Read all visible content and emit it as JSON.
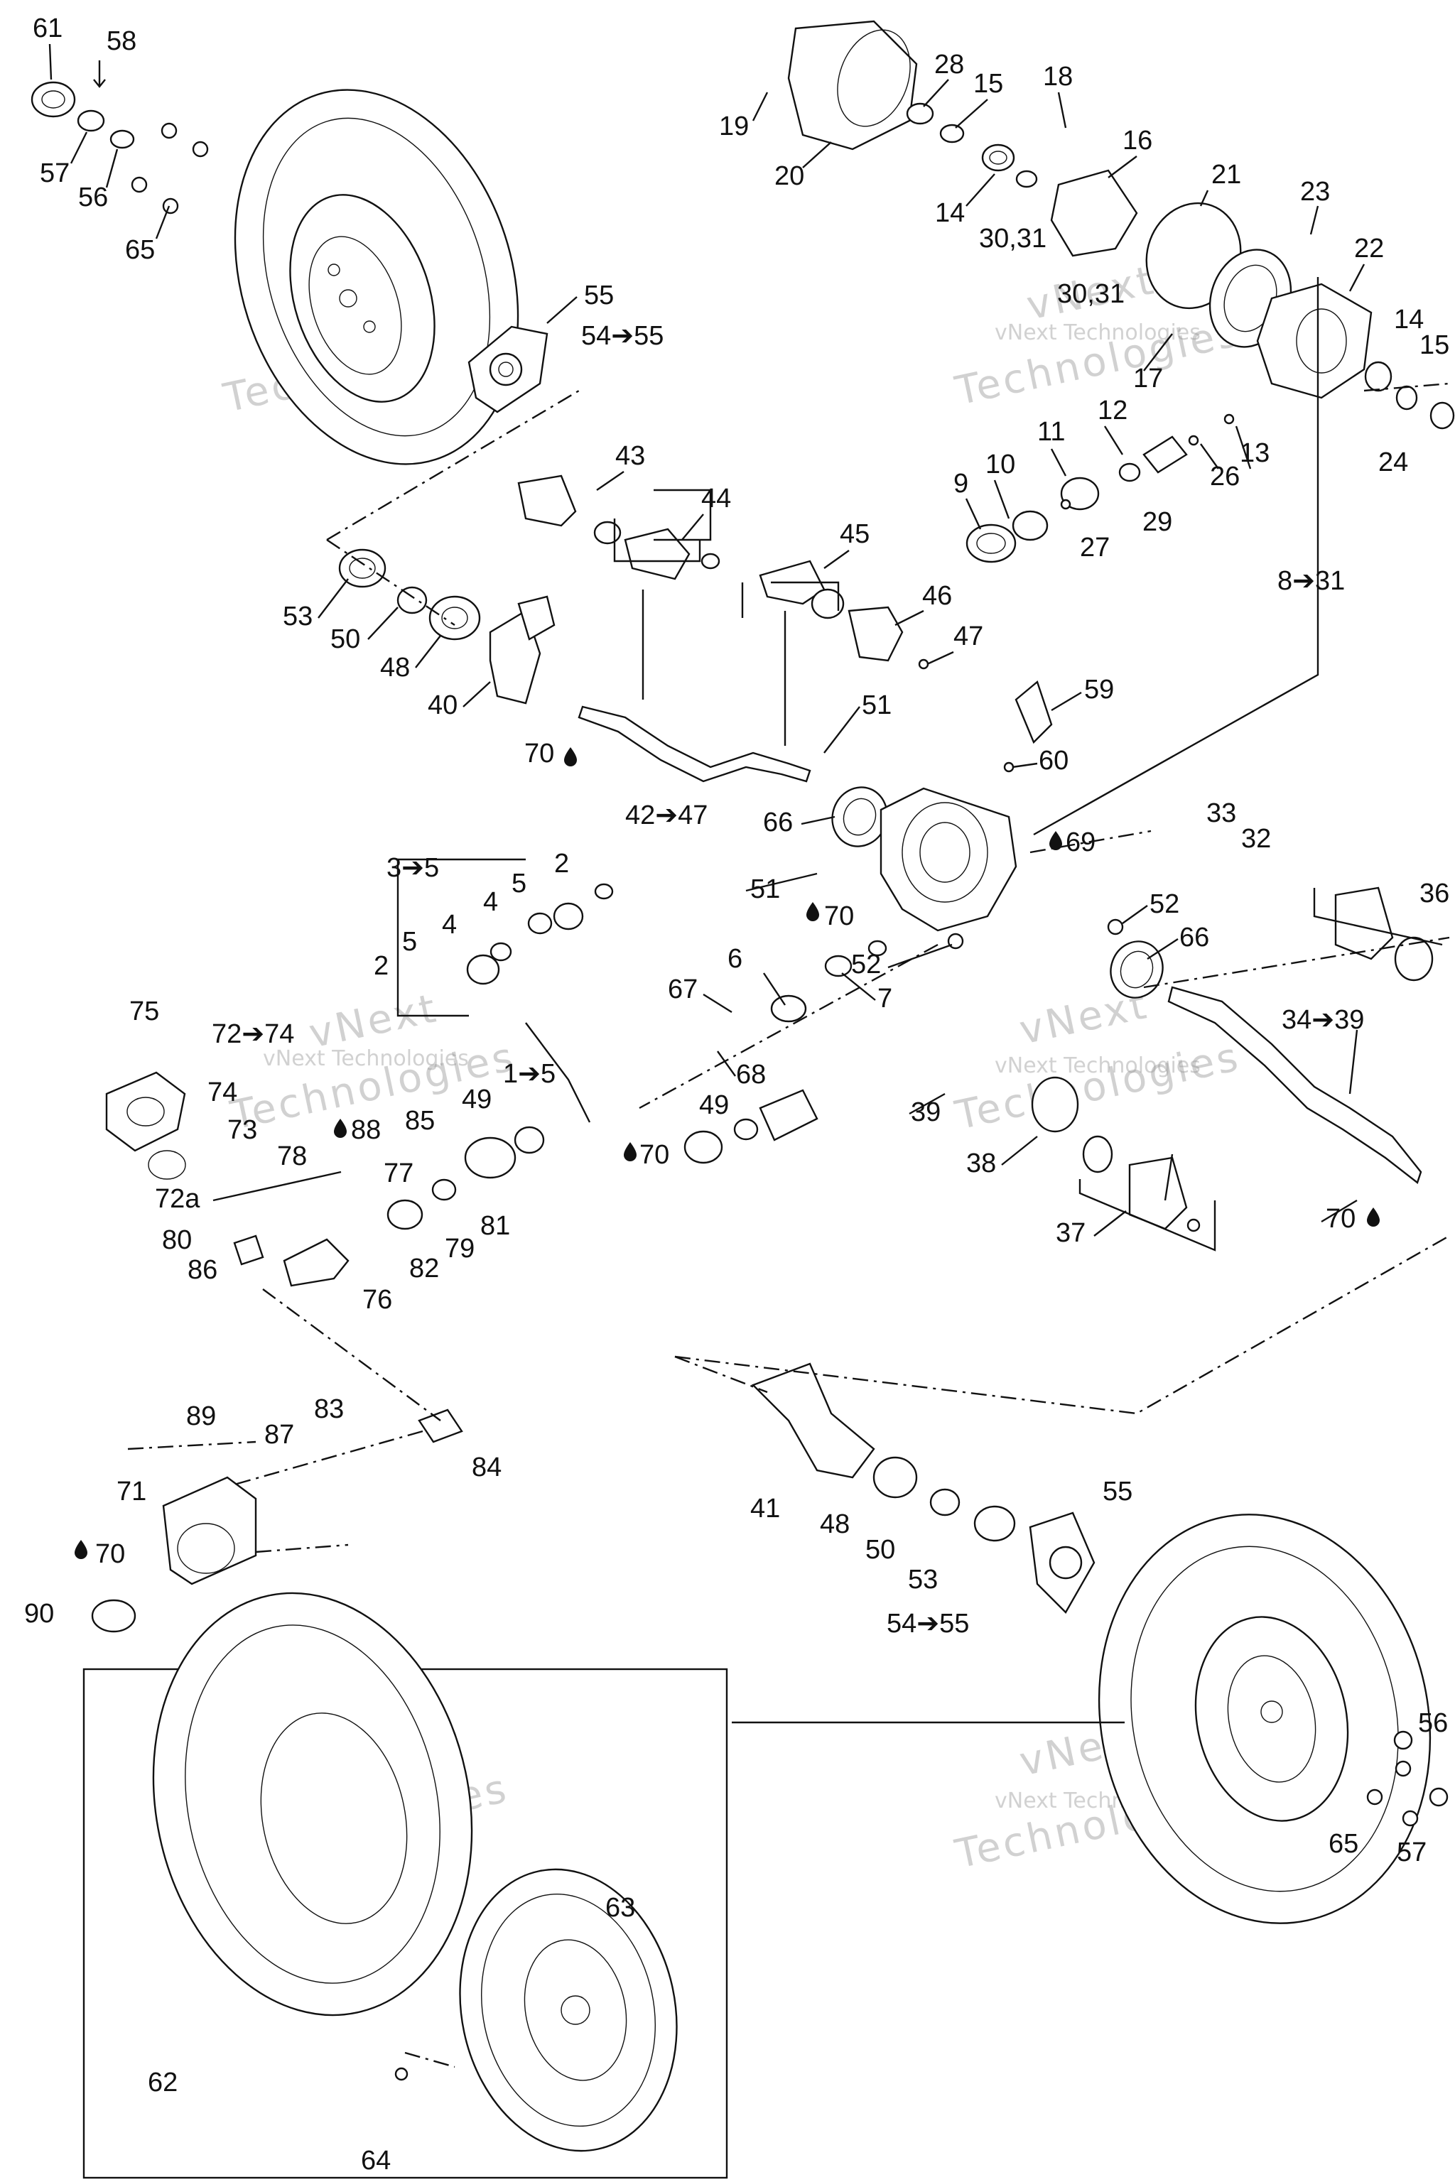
{
  "watermark": {
    "line1": "vNext",
    "line2": "vNext Technologies",
    "line3": "Technologies"
  },
  "callouts": [
    {
      "id": "61",
      "text": "61"
    },
    {
      "id": "58",
      "text": "58"
    },
    {
      "id": "57",
      "text": "57"
    },
    {
      "id": "56",
      "text": "56"
    },
    {
      "id": "65",
      "text": "65"
    },
    {
      "id": "55",
      "text": "55"
    },
    {
      "id": "54-55",
      "text": "54➔55"
    },
    {
      "id": "19",
      "text": "19"
    },
    {
      "id": "20",
      "text": "20"
    },
    {
      "id": "28",
      "text": "28"
    },
    {
      "id": "15",
      "text": "15"
    },
    {
      "id": "18",
      "text": "18"
    },
    {
      "id": "16",
      "text": "16"
    },
    {
      "id": "14",
      "text": "14"
    },
    {
      "id": "30-31a",
      "text": "30,31"
    },
    {
      "id": "21",
      "text": "21"
    },
    {
      "id": "23",
      "text": "23"
    },
    {
      "id": "22",
      "text": "22"
    },
    {
      "id": "30-31b",
      "text": "30,31"
    },
    {
      "id": "17",
      "text": "17"
    },
    {
      "id": "14b",
      "text": "14"
    },
    {
      "id": "15b",
      "text": "15"
    },
    {
      "id": "12",
      "text": "12"
    },
    {
      "id": "11",
      "text": "11"
    },
    {
      "id": "10",
      "text": "10"
    },
    {
      "id": "9",
      "text": "9"
    },
    {
      "id": "13",
      "text": "13"
    },
    {
      "id": "26",
      "text": "26"
    },
    {
      "id": "24",
      "text": "24"
    },
    {
      "id": "27",
      "text": "27"
    },
    {
      "id": "29",
      "text": "29"
    },
    {
      "id": "8-31",
      "text": "8➔31"
    },
    {
      "id": "43",
      "text": "43"
    },
    {
      "id": "44",
      "text": "44"
    },
    {
      "id": "45",
      "text": "45"
    },
    {
      "id": "46",
      "text": "46"
    },
    {
      "id": "47",
      "text": "47"
    },
    {
      "id": "53",
      "text": "53"
    },
    {
      "id": "50",
      "text": "50"
    },
    {
      "id": "48",
      "text": "48"
    },
    {
      "id": "40",
      "text": "40"
    },
    {
      "id": "70a",
      "text": "70"
    },
    {
      "id": "42-47",
      "text": "42➔47"
    },
    {
      "id": "51",
      "text": "51"
    },
    {
      "id": "59",
      "text": "59"
    },
    {
      "id": "60",
      "text": "60"
    },
    {
      "id": "66",
      "text": "66"
    },
    {
      "id": "69",
      "text": "69"
    },
    {
      "id": "33",
      "text": "33"
    },
    {
      "id": "32",
      "text": "32"
    },
    {
      "id": "51b",
      "text": "51"
    },
    {
      "id": "52",
      "text": "52"
    },
    {
      "id": "52b",
      "text": "52"
    },
    {
      "id": "66b",
      "text": "66"
    },
    {
      "id": "36",
      "text": "36"
    },
    {
      "id": "3-5",
      "text": "3➔5"
    },
    {
      "id": "2",
      "text": "2"
    },
    {
      "id": "5",
      "text": "5"
    },
    {
      "id": "4",
      "text": "4"
    },
    {
      "id": "5b",
      "text": "5"
    },
    {
      "id": "4b",
      "text": "4"
    },
    {
      "id": "2b",
      "text": "2"
    },
    {
      "id": "70b",
      "text": "70"
    },
    {
      "id": "6",
      "text": "6"
    },
    {
      "id": "7",
      "text": "7"
    },
    {
      "id": "67",
      "text": "67"
    },
    {
      "id": "68",
      "text": "68"
    },
    {
      "id": "75",
      "text": "75"
    },
    {
      "id": "72-74",
      "text": "72➔74"
    },
    {
      "id": "74",
      "text": "74"
    },
    {
      "id": "73",
      "text": "73"
    },
    {
      "id": "88",
      "text": "88"
    },
    {
      "id": "1-5",
      "text": "1➔5"
    },
    {
      "id": "49",
      "text": "49"
    },
    {
      "id": "49b",
      "text": "49"
    },
    {
      "id": "85",
      "text": "85"
    },
    {
      "id": "70c",
      "text": "70"
    },
    {
      "id": "78",
      "text": "78"
    },
    {
      "id": "77",
      "text": "77"
    },
    {
      "id": "72a",
      "text": "72a"
    },
    {
      "id": "80",
      "text": "80"
    },
    {
      "id": "86",
      "text": "86"
    },
    {
      "id": "81",
      "text": "81"
    },
    {
      "id": "79",
      "text": "79"
    },
    {
      "id": "82",
      "text": "82"
    },
    {
      "id": "76",
      "text": "76"
    },
    {
      "id": "34-39",
      "text": "34➔39"
    },
    {
      "id": "39",
      "text": "39"
    },
    {
      "id": "38",
      "text": "38"
    },
    {
      "id": "37",
      "text": "37"
    },
    {
      "id": "70d",
      "text": "70"
    },
    {
      "id": "89",
      "text": "89"
    },
    {
      "id": "83",
      "text": "83"
    },
    {
      "id": "87",
      "text": "87"
    },
    {
      "id": "84",
      "text": "84"
    },
    {
      "id": "71",
      "text": "71"
    },
    {
      "id": "70e",
      "text": "70"
    },
    {
      "id": "90",
      "text": "90"
    },
    {
      "id": "41",
      "text": "41"
    },
    {
      "id": "48b",
      "text": "48"
    },
    {
      "id": "50b",
      "text": "50"
    },
    {
      "id": "53b",
      "text": "53"
    },
    {
      "id": "55b",
      "text": "55"
    },
    {
      "id": "54-55b",
      "text": "54➔55"
    },
    {
      "id": "56b",
      "text": "56"
    },
    {
      "id": "65b",
      "text": "65"
    },
    {
      "id": "57b",
      "text": "57"
    },
    {
      "id": "63",
      "text": "63"
    },
    {
      "id": "62",
      "text": "62"
    },
    {
      "id": "64",
      "text": "64"
    }
  ]
}
